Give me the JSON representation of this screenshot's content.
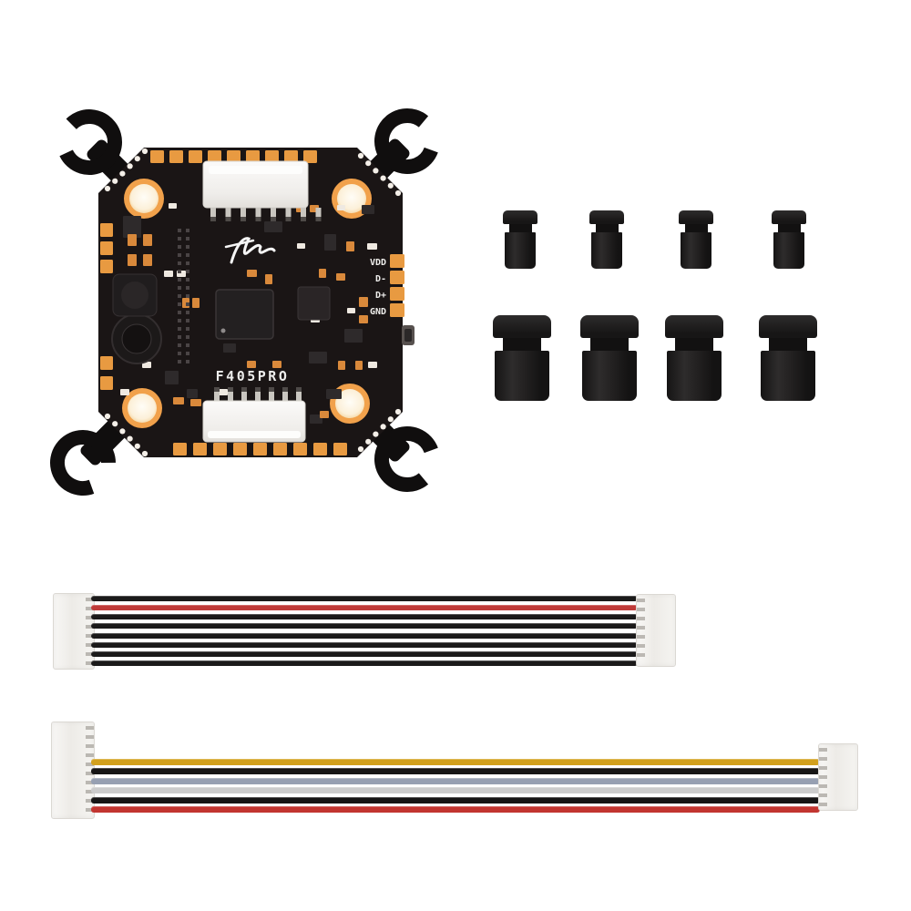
{
  "product_photo": {
    "background_color": "#ffffff",
    "board": {
      "type": "flight-controller-pcb",
      "model_label": "F405PRO",
      "pad_labels": [
        "VDD",
        "D-",
        "D+",
        "GND"
      ],
      "colors": {
        "pcb_black": "#1a1515",
        "arm_black": "#100e0e",
        "pad_gold": "#e89a41",
        "hole_ring": "#f1a14b",
        "hole_center": "#fdf2de",
        "silkscreen_white": "#f0efed",
        "connector_white": "#f5f4f1"
      }
    },
    "accessories": {
      "grommets_short_count": 4,
      "grommets_tall_count": 4,
      "grommet_color": "#1d1c1c"
    },
    "cables": [
      {
        "name": "harness-8-wire",
        "connector_color": "#f5f4f1",
        "wire_colors": [
          "#1b1a1a",
          "#bf3a38",
          "#1b1a1a",
          "#1b1a1a",
          "#1b1a1a",
          "#1b1a1a",
          "#1b1a1a",
          "#1b1a1a"
        ]
      },
      {
        "name": "harness-6-wire",
        "connector_color": "#f5f4f1",
        "wire_colors": [
          "#d2a01d",
          "#161515",
          "#97a0b2",
          "#cccccc",
          "#161515",
          "#c23530"
        ]
      }
    ]
  }
}
